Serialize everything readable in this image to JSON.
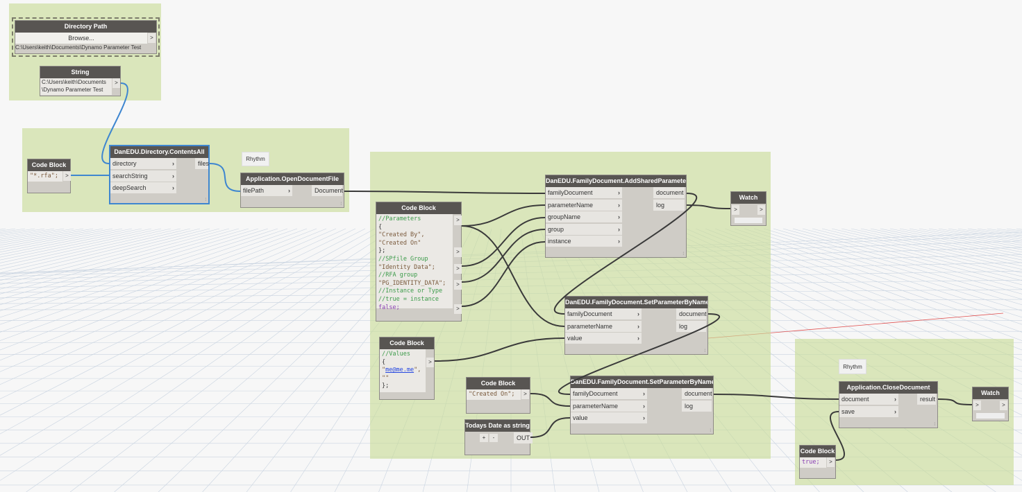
{
  "groups": [
    "g1",
    "g2",
    "g3",
    "g4"
  ],
  "notes": {
    "rhythm1": "Rhythm",
    "rhythm2": "Rhythm"
  },
  "nodes": {
    "dirpath": {
      "title": "Directory Path",
      "browse": "Browse...",
      "value": "C:\\Users\\keith\\Documents\\Dynamo Parameter Test",
      "out": ">"
    },
    "string": {
      "title": "String",
      "value_line1": "C:\\Users\\keith\\Documents",
      "value_line2": "\\Dynamo Parameter Test",
      "out": ">"
    },
    "cb_rfa": {
      "title": "Code Block",
      "code": "\"*.rfa\";",
      "out": ">"
    },
    "contents": {
      "title": "DanEDU.Directory.ContentsAll",
      "inputs": [
        "directory",
        "searchString",
        "deepSearch"
      ],
      "outputs": [
        "files"
      ]
    },
    "opendoc": {
      "title": "Application.OpenDocumentFile",
      "inputs": [
        "filePath"
      ],
      "outputs": [
        "Document"
      ]
    },
    "cb_params": {
      "title": "Code Block",
      "lines": [
        "//Parameters",
        "{",
        "\"Created By\",",
        "\"Created On\"",
        "};",
        "//SPfile Group",
        "\"Identity Data\";",
        "//RFA group",
        "\"PG_IDENTITY_DATA\";",
        "//Instance or Type",
        "//true = instance",
        "false;"
      ]
    },
    "addshared": {
      "title": "DanEDU.FamilyDocument.AddSharedParameter",
      "inputs": [
        "familyDocument",
        "parameterName",
        "groupName",
        "group",
        "instance"
      ],
      "outputs": [
        "document",
        "log"
      ]
    },
    "watch1": {
      "title": "Watch",
      "in": ">",
      "out": ">"
    },
    "setparam1": {
      "title": "DanEDU.FamilyDocument.SetParameterByName",
      "inputs": [
        "familyDocument",
        "parameterName",
        "value"
      ],
      "outputs": [
        "document",
        "log"
      ]
    },
    "cb_values": {
      "title": "Code Block",
      "lines": [
        "//Values",
        "{",
        "\"",
        "me@me.me",
        "\",",
        "\"\"",
        "};"
      ]
    },
    "cb_createdon": {
      "title": "Code Block",
      "code": "\"Created On\";",
      "out": ">"
    },
    "todays": {
      "title": "Todays Date as string",
      "plus": "+",
      "minus": "-",
      "out": "OUT"
    },
    "setparam2": {
      "title": "DanEDU.FamilyDocument.SetParameterByName",
      "inputs": [
        "familyDocument",
        "parameterName",
        "value"
      ],
      "outputs": [
        "document",
        "log"
      ]
    },
    "closedoc": {
      "title": "Application.CloseDocument",
      "inputs": [
        "document",
        "save"
      ],
      "outputs": [
        "result"
      ]
    },
    "watch2": {
      "title": "Watch",
      "in": ">",
      "out": ">"
    },
    "cb_true": {
      "title": "Code Block",
      "code": "true;",
      "out": ">"
    }
  },
  "colors": {
    "group": "#d3e3ad",
    "header": "#585552",
    "wire": "#3a3a3a",
    "selected_wire": "#3e86d0"
  }
}
